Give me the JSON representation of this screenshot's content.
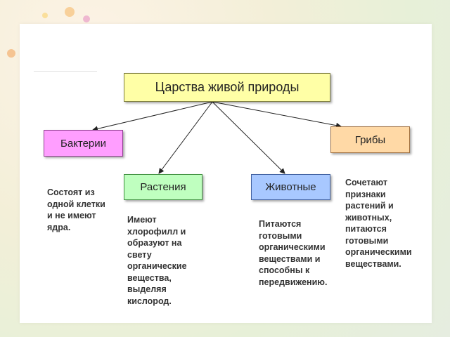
{
  "title": "Царства живой природы",
  "kingdoms": [
    {
      "label": "Бактерии",
      "color": "#ff9eff",
      "description": "Состоят из\nодной клетки\nи не имеют\nядра."
    },
    {
      "label": "Растения",
      "color": "#bfffbf",
      "description": "Имеют\nхлорофилл и\nобразуют на\nсвету\nорганические\nвещества,\nвыделяя\nкислород."
    },
    {
      "label": "Животные",
      "color": "#a8c8ff",
      "description": "Питаются\nготовыми\nорганическими\nвеществами и\nспособны к\nпередвижению."
    },
    {
      "label": "Грибы",
      "color": "#ffd9a6",
      "description": "Сочетают\nпризнаки\nрастений и\nживотных,\nпитаются\nготовыми\nорганическими\nвеществами."
    }
  ],
  "title_color": "#ffffa6"
}
